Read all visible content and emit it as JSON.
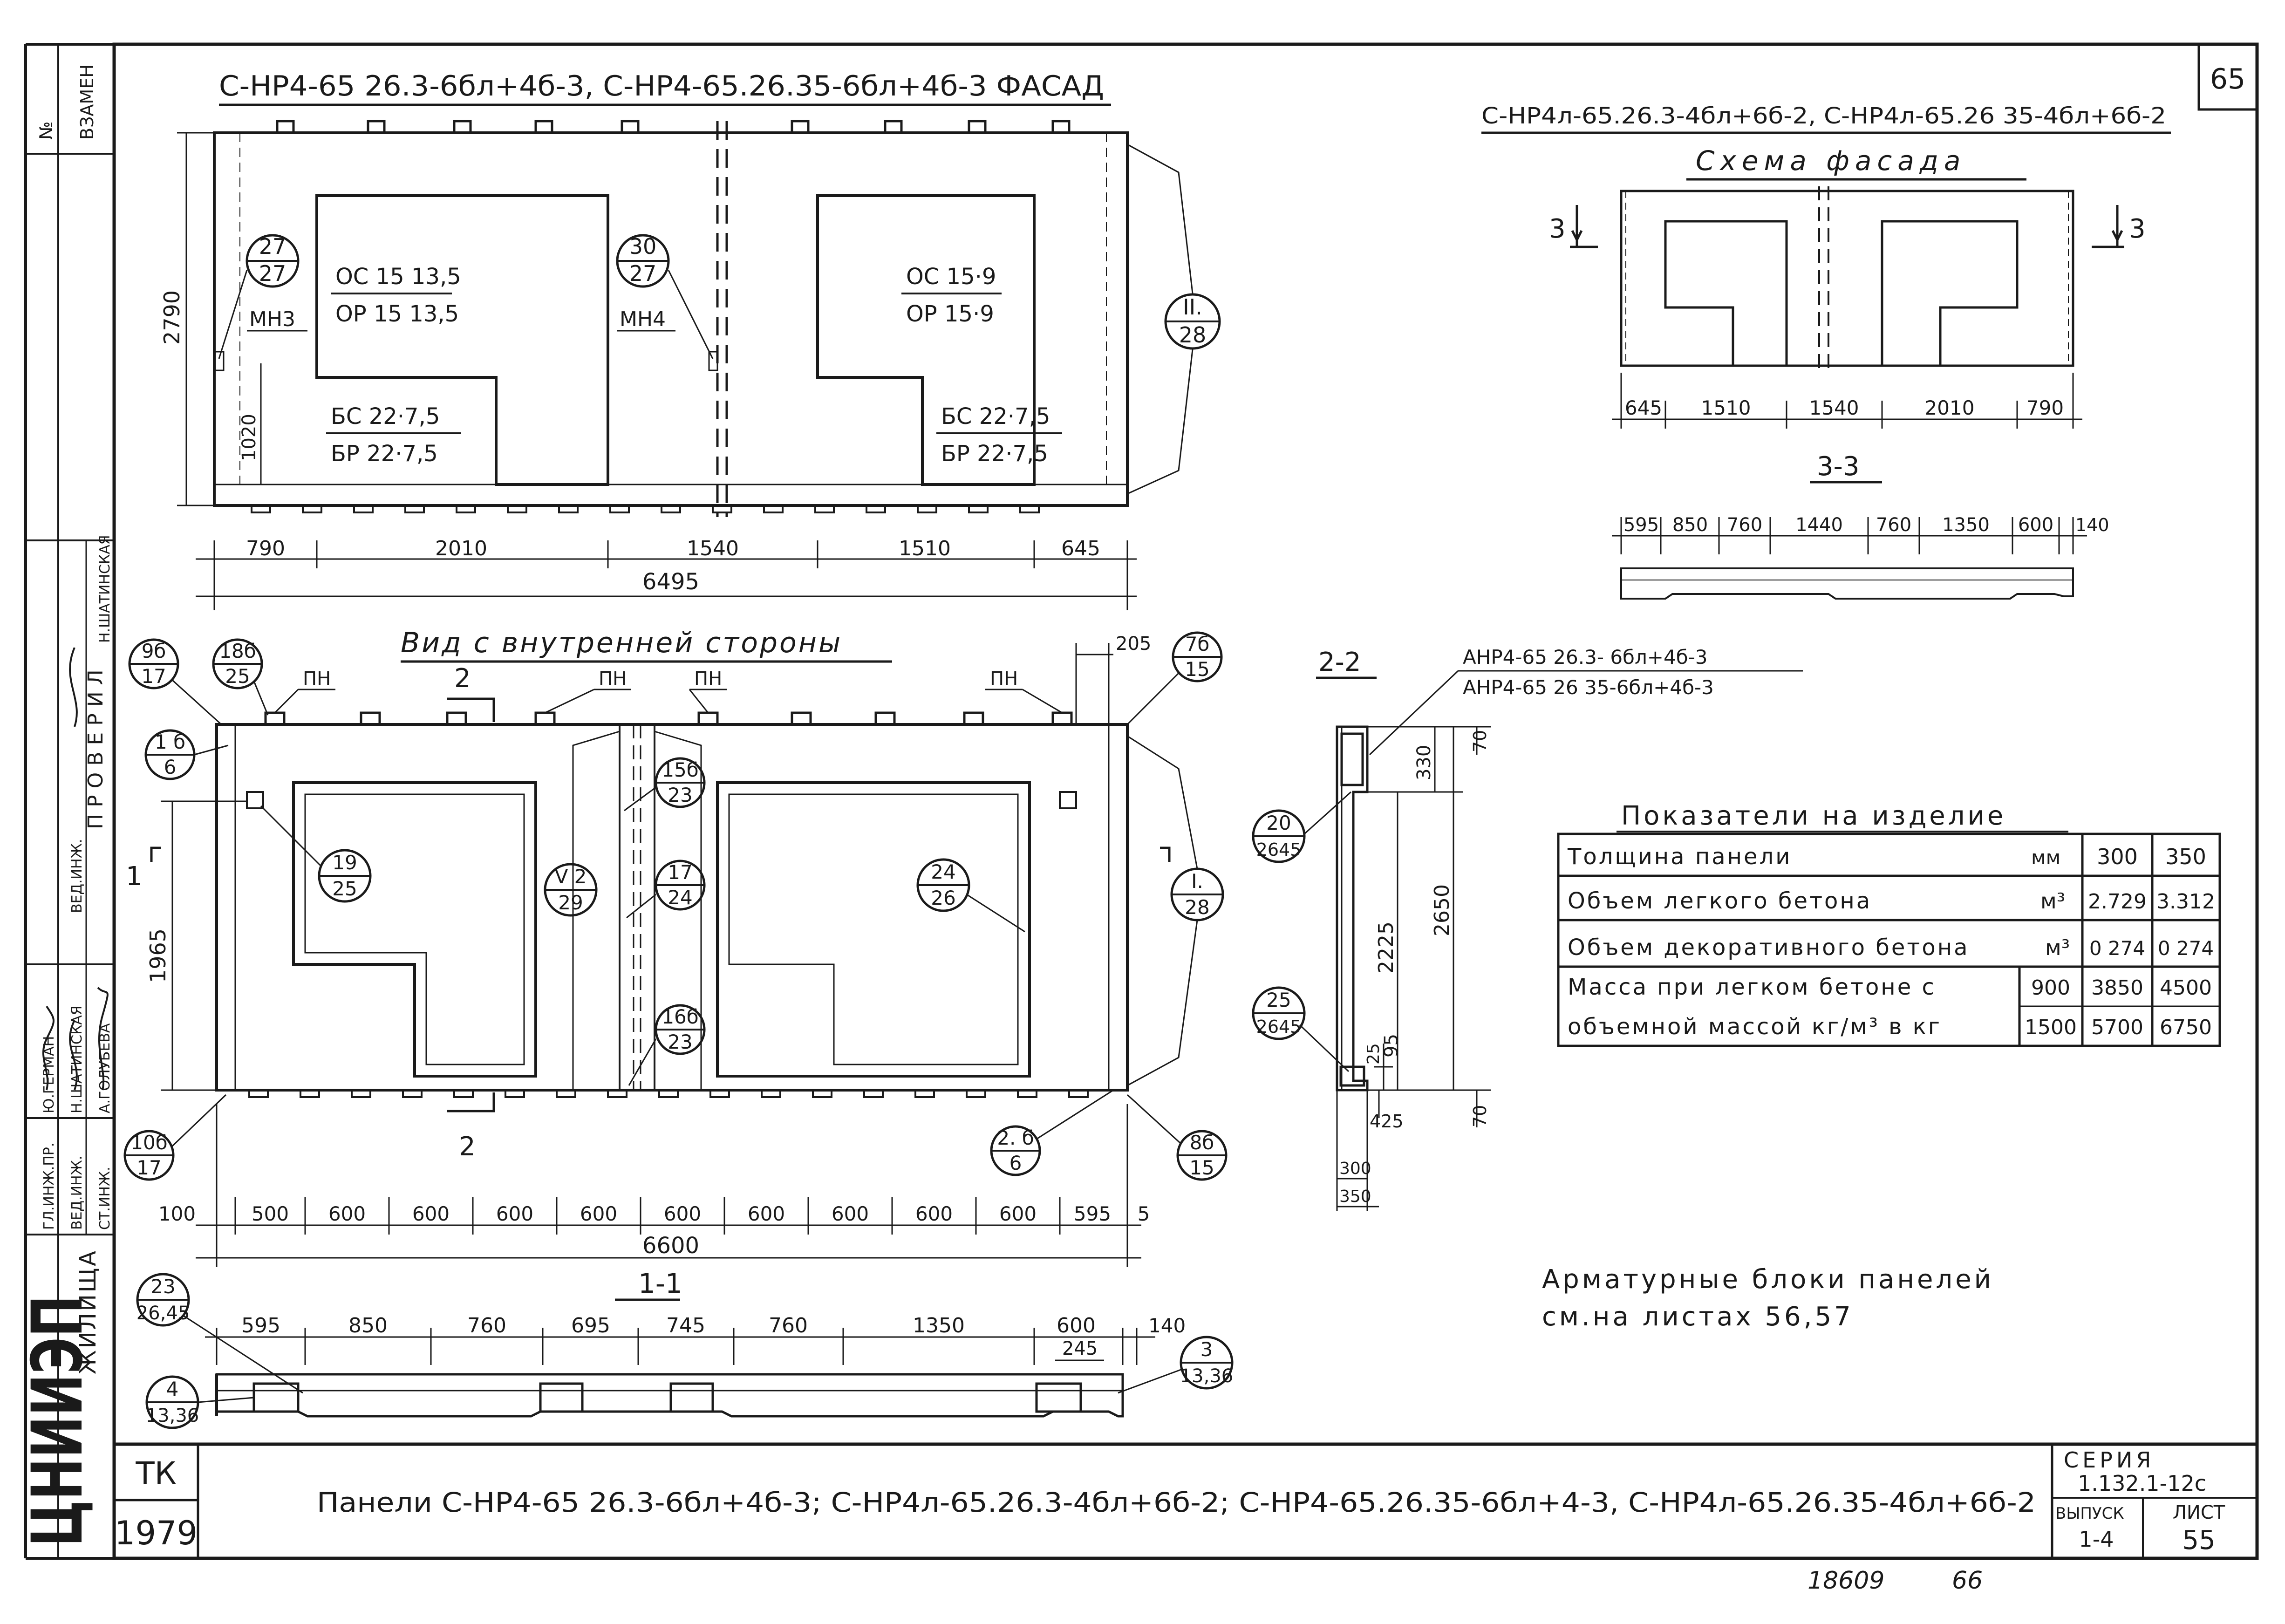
{
  "sheet_number": "65",
  "title_block": {
    "org_logo_text": "ЦНИИЭП",
    "org_name": "ЖИЛИЩА",
    "tk": "ТК",
    "year": "1979",
    "title": "Панели  С-НР4-65 26.3-6бл+4б-3;  С-НР4л-65.26.3-4бл+6б-2;  С-НР4-65.26.35-6бл+4-3,  С-НР4л-65.26.35-4бл+6б-2",
    "series_label": "СЕРИЯ",
    "series_value": "1.132.1-12с",
    "issue_label": "ВЫПУСК",
    "issue_value": "1-4",
    "sheet_label": "ЛИСТ",
    "sheet_value": "55",
    "bottom_numbers": [
      "18609",
      "66"
    ]
  },
  "left_stamp": {
    "replace_no": "№",
    "replace_label": "ВЗАМЕН",
    "checked_label": "ПРОВЕРИЛ",
    "roles": [
      "ГЛ.ИНЖ.ПР.",
      "ВЕД.ИНЖ.",
      "СТ.ИНЖ."
    ],
    "names": [
      "Ю.ГЕРМАН",
      "Н.ШАТИНСКАЯ",
      "А.ГОЛУБЕВА"
    ],
    "checker_role": "ВЕД.ИНЖ.",
    "checker_name": "Н.ШАТИНСКАЯ"
  },
  "facade": {
    "title": "С-НР4-65 26.3-6бл+4б-3,  С-НР4-65.26.35-6бл+4б-3  ФАСАД",
    "height_total": "2790",
    "height_sill": "1020",
    "windows": [
      {
        "top": "ОС 15  13,5",
        "bottom": "ОР 15  13,5"
      },
      {
        "top": "ОС 15·9",
        "bottom": "ОР 15·9"
      }
    ],
    "doors": [
      {
        "top": "БС 22·7,5",
        "bottom": "БР 22·7,5"
      },
      {
        "top": "БС 22·7,5",
        "bottom": "БР 22·7,5"
      }
    ],
    "tags": [
      {
        "label": "МН3",
        "top": "27",
        "bottom": "27"
      },
      {
        "label": "МН4",
        "top": "30",
        "bottom": "27"
      },
      {
        "label": "",
        "top": "II.",
        "bottom": "28"
      }
    ],
    "dims": [
      "790",
      "2010",
      "1540",
      "1510",
      "645"
    ],
    "overall": "6495"
  },
  "inner_view": {
    "title": "Вид с внутренней стороны",
    "top_dim": "205",
    "pn_labels": [
      "ПН",
      "ПН",
      "ПН",
      "ПН"
    ],
    "section_mark": "2",
    "section_mark_left": "1",
    "height_dim": "1965",
    "tags": [
      {
        "top": "9б",
        "bottom": "17"
      },
      {
        "top": "18б",
        "bottom": "25"
      },
      {
        "top": "1 б",
        "bottom": "6"
      },
      {
        "top": "19",
        "bottom": "25"
      },
      {
        "top": "V 2",
        "bottom": "29"
      },
      {
        "top": "15б",
        "bottom": "23"
      },
      {
        "top": "17",
        "bottom": "24"
      },
      {
        "top": "16б",
        "bottom": "23"
      },
      {
        "top": "24",
        "bottom": "26"
      },
      {
        "top": "7б",
        "bottom": "15"
      },
      {
        "top": "I.",
        "bottom": "28"
      },
      {
        "top": "10б",
        "bottom": "17"
      },
      {
        "top": "2. б",
        "bottom": "6"
      },
      {
        "top": "8б",
        "bottom": "15"
      }
    ],
    "dims": [
      "100",
      "500",
      "600",
      "600",
      "600",
      "600",
      "600",
      "600",
      "600",
      "600",
      "600",
      "595",
      "5"
    ],
    "overall": "6600"
  },
  "section_1_1": {
    "title": "1-1",
    "dims": [
      "595",
      "850",
      "760",
      "695",
      "745",
      "760",
      "1350",
      "600",
      "140"
    ],
    "sub_dim": "245",
    "tags": [
      {
        "top": "23",
        "bottom": "26,45"
      },
      {
        "top": "4",
        "bottom": "13,36"
      },
      {
        "top": "3",
        "bottom": "13,36"
      }
    ]
  },
  "section_2_2": {
    "title": "2-2",
    "mark_lines": [
      "АНР4-65 26.3- 6бл+4б-3",
      "АНР4-65 26 35-6бл+4б-3"
    ],
    "tags": [
      {
        "top": "20",
        "bottom": "2645"
      },
      {
        "top": "25",
        "bottom": "2645"
      }
    ],
    "dims": [
      "70",
      "330",
      "2225",
      "2650",
      "25",
      "95",
      "70",
      "425",
      "300",
      "350"
    ]
  },
  "schema": {
    "mark_line": "С-НР4л-65.26.3-4бл+6б-2,  С-НР4л-65.26 35-4бл+6б-2",
    "title": "Схема  фасада",
    "cut_label": "3",
    "dims": [
      "645",
      "1510",
      "1540",
      "2010",
      "790"
    ],
    "section_title": "3-3",
    "section_dims": [
      "595",
      "850",
      "760",
      "1440",
      "760",
      "1350",
      "600",
      "140"
    ]
  },
  "indicators": {
    "title": "Показатели на изделие",
    "rows": [
      {
        "name": "Толщина панели",
        "unit": "мм",
        "v300": "300",
        "v350": "350"
      },
      {
        "name": "Объем легкого бетона",
        "unit": "м³",
        "v300": "2.729",
        "v350": "3.312"
      },
      {
        "name": "Объем декоративного  бетона",
        "unit": "м³",
        "v300": "0 274",
        "v350": "0 274"
      }
    ],
    "mass_row": {
      "name1": "Масса при легком бетоне с",
      "name2": "объемной массой кг/м³ в кг",
      "densities": [
        "900",
        "1500"
      ],
      "v300": [
        "3850",
        "5700"
      ],
      "v350": [
        "4500",
        "6750"
      ]
    }
  },
  "note": {
    "line1": "Арматурные блоки панелей",
    "line2": "см.на листах  56,57"
  }
}
